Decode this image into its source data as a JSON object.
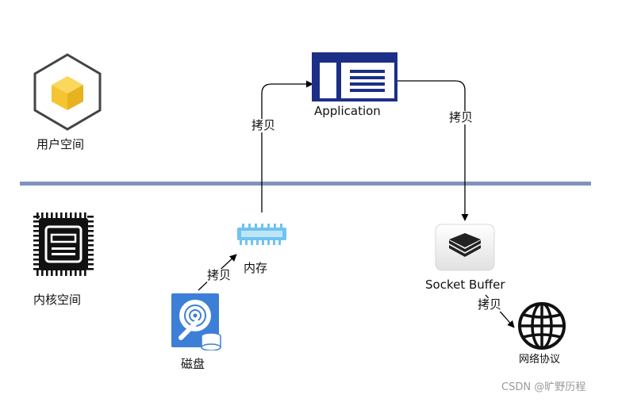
{
  "zones": {
    "user_space": "用户空间",
    "kernel_space": "内核空间"
  },
  "nodes": {
    "application": "Application",
    "memory": "内存",
    "disk": "磁盘",
    "socket_buffer": "Socket Buffer",
    "network_protocol": "网络协议"
  },
  "edges": {
    "disk_to_memory": "拷贝",
    "memory_to_application": "拷贝",
    "application_to_socket_buffer": "拷贝",
    "socket_buffer_to_network": "拷贝"
  },
  "watermark": "CSDN @旷野历程",
  "icons": {
    "user_space": "cube-icon",
    "kernel_space": "cpu-chip-icon",
    "application": "app-window-icon",
    "memory": "ram-module-icon",
    "disk": "hard-disk-icon",
    "socket_buffer": "layers-stack-icon",
    "network_protocol": "globe-icon"
  },
  "colors": {
    "divider": "#7f93bf",
    "application": "#1c2f86",
    "memory": "#6fc3ef",
    "disk": "#3d7fd6",
    "cube": "#f5c531"
  }
}
